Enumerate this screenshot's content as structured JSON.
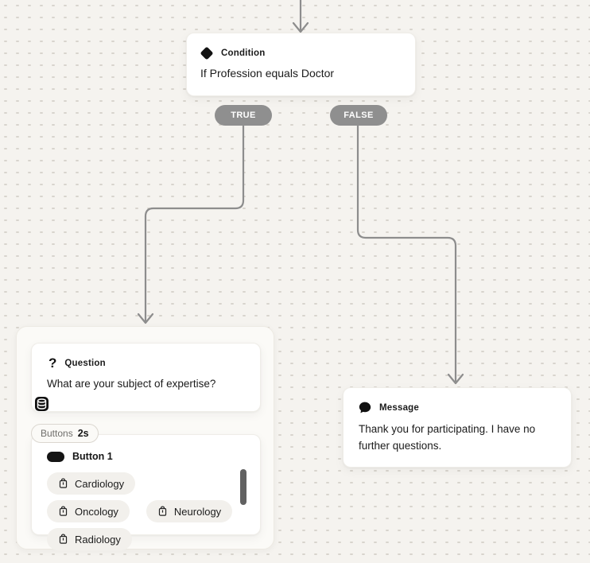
{
  "colors": {
    "canvas_bg": "#f5f3ef",
    "grid_dot": "#d8d4cd",
    "connector": "#8d8d8d",
    "branch_pill_bg": "#8f8f8f",
    "card_bg": "#ffffff",
    "group_bg": "#fbfaf7",
    "chip_bg": "#f2f0ec",
    "scrollbar": "#616161"
  },
  "icons": {
    "condition": "diamond-icon",
    "question": "question-mark-icon",
    "question_glyph": "?",
    "variable_store": "database-icon",
    "button_set": "pill-icon",
    "option_delete": "trash-icon",
    "message": "chat-bubble-icon"
  },
  "condition_node": {
    "type_label": "Condition",
    "text": "If Profession equals Doctor"
  },
  "branches": {
    "true_label": "TRUE",
    "false_label": "FALSE"
  },
  "question_group": {
    "question_node": {
      "type_label": "Question",
      "text": "What are your subject of expertise?"
    },
    "buttons_node": {
      "tag_label": "Buttons",
      "tag_duration": "2s",
      "set_label": "Button 1",
      "options": [
        "Cardiology",
        "Oncology",
        "Neurology",
        "Radiology"
      ]
    }
  },
  "message_node": {
    "type_label": "Message",
    "text": "Thank you for participating. I have no further questions."
  }
}
